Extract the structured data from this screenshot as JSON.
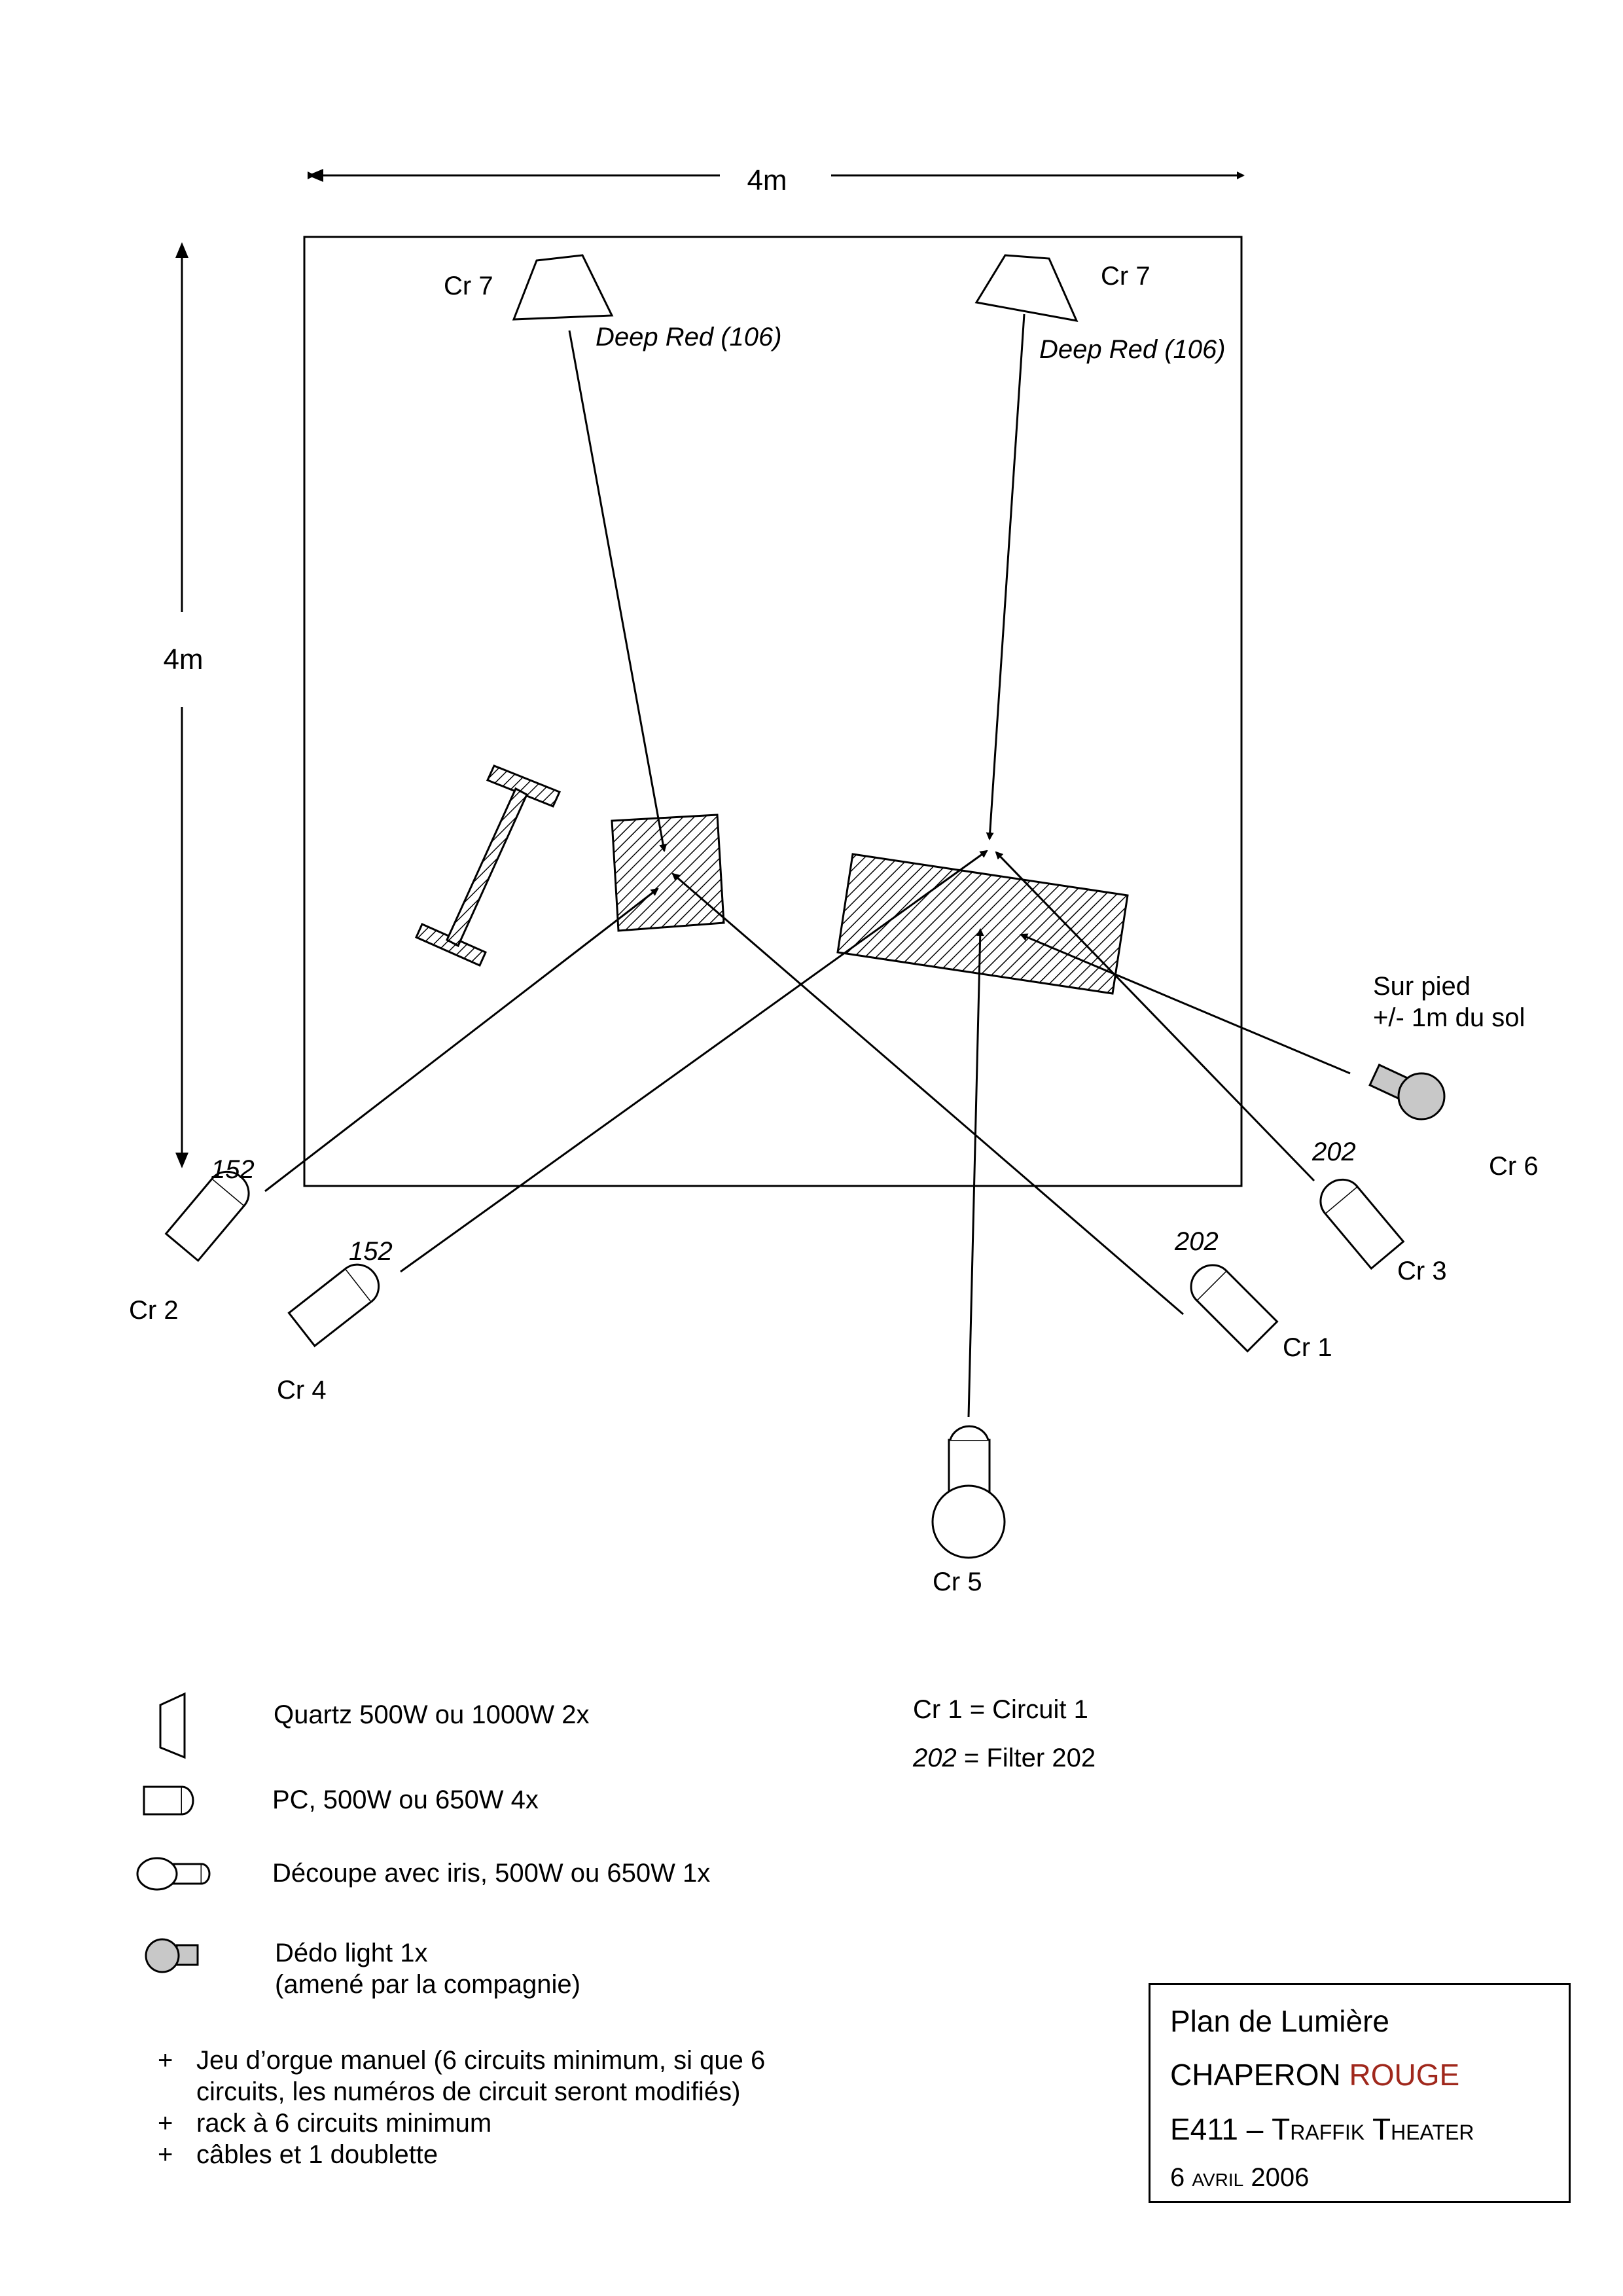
{
  "dimensions": {
    "width_label": "4m",
    "height_label": "4m"
  },
  "fixtures": {
    "cr7_left": {
      "circuit": "Cr 7",
      "filter": "Deep Red (106)"
    },
    "cr7_right": {
      "circuit": "Cr 7",
      "filter": "Deep Red (106)"
    },
    "cr2": {
      "circuit": "Cr 2",
      "filter": "152"
    },
    "cr4": {
      "circuit": "Cr 4",
      "filter": "152"
    },
    "cr1": {
      "circuit": "Cr 1",
      "filter": "202"
    },
    "cr3": {
      "circuit": "Cr 3",
      "filter": "202"
    },
    "cr5": {
      "circuit": "Cr  5"
    },
    "cr6": {
      "circuit": "Cr 6",
      "note_line1": "Sur pied",
      "note_line2": "+/- 1m du sol"
    }
  },
  "legend": {
    "quartz": "Quartz 500W ou 1000W    2x",
    "pc": "PC, 500W ou 650W    4x",
    "decoupe": "Découpe avec iris, 500W ou 650W     1x",
    "dedo_line1": "Dédo light 1x",
    "dedo_line2": "(amené par la compagnie)"
  },
  "key": {
    "circuit_code": "Cr 1",
    "circuit_meaning": " = Circuit 1",
    "filter_code": "202",
    "filter_meaning": "  = Filter 202"
  },
  "notes": [
    {
      "bullet": "+",
      "text": "Jeu d’orgue manuel (6 circuits minimum, si que 6 circuits, les numéros de circuit seront modifiés)"
    },
    {
      "bullet": "+",
      "text": "rack à 6 circuits minimum"
    },
    {
      "bullet": "+",
      "text": "câbles et 1 doublette"
    }
  ],
  "title_block": {
    "line1": "Plan de Lumière",
    "line2_a": "CHAPERON ",
    "line2_b": "ROUGE",
    "line3_a": "E411 – ",
    "line3_b": "Traffik Theater",
    "line4_a": "6 ",
    "line4_b": "avril",
    "line4_c": " 2006"
  },
  "colors": {
    "rouge": "#a0281c",
    "dedo_grey": "#c8c8c8"
  }
}
